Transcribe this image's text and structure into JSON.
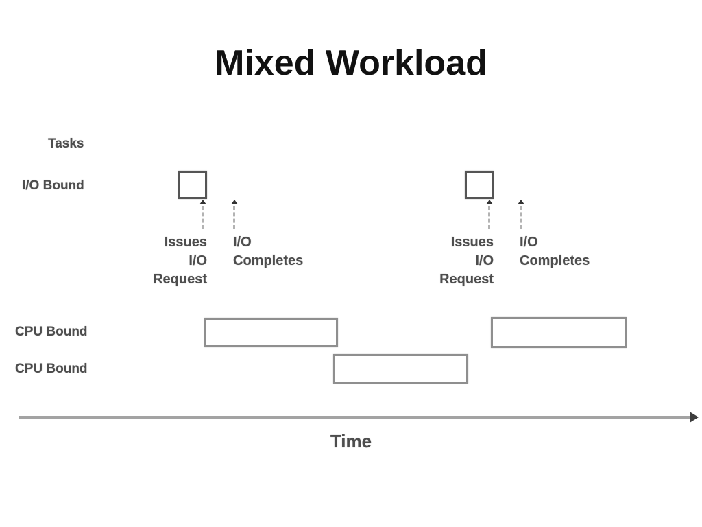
{
  "slide": {
    "title": "Mixed Workload"
  },
  "diagram": {
    "tasks_label": "Tasks",
    "io_bound_label": "I/O Bound",
    "cpu_bound_row1_label": "CPU Bound",
    "cpu_bound_row2_label": "CPU Bound",
    "time_label": "Time",
    "io_events": [
      {
        "issues": [
          "Issues",
          "I/O",
          "Request"
        ],
        "completes": [
          "I/O",
          "Completes"
        ]
      },
      {
        "issues": [
          "Issues",
          "I/O",
          "Request"
        ],
        "completes": [
          "I/O",
          "Completes"
        ]
      }
    ],
    "colors": {
      "bg": "#ffffff",
      "title_text": "#111111",
      "diagram_text": "#4d4d4d",
      "io_box_border": "#555555",
      "cpu_box_border": "#8f8f8f",
      "axis_line": "#a3a3a3",
      "axis_arrow": "#3d3d3d",
      "dotted_line": "#b3b3b3",
      "arrowhead": "#333333"
    }
  }
}
